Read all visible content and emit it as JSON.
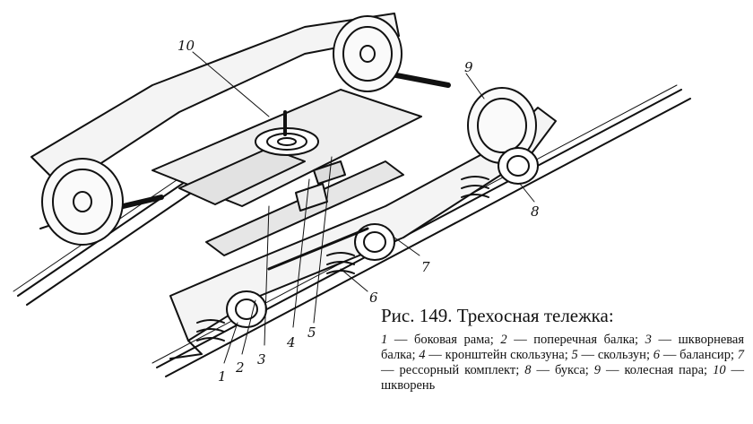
{
  "figure": {
    "title": "Рис. 149. Трехосная тележка:",
    "legend": [
      {
        "num": "1",
        "text": "боковая рама"
      },
      {
        "num": "2",
        "text": "поперечная балка"
      },
      {
        "num": "3",
        "text": "шкворневая балка"
      },
      {
        "num": "4",
        "text": "кронштейн скользуна"
      },
      {
        "num": "5",
        "text": "скользун"
      },
      {
        "num": "6",
        "text": "балансир"
      },
      {
        "num": "7",
        "text": "рессорный комплект"
      },
      {
        "num": "8",
        "text": "букса"
      },
      {
        "num": "9",
        "text": "колесная пара"
      },
      {
        "num": "10",
        "text": "шкворень"
      }
    ]
  },
  "labels": {
    "l1": "1",
    "l2": "2",
    "l3": "3",
    "l4": "4",
    "l5": "5",
    "l6": "6",
    "l7": "7",
    "l8": "8",
    "l9": "9",
    "l10": "10"
  }
}
